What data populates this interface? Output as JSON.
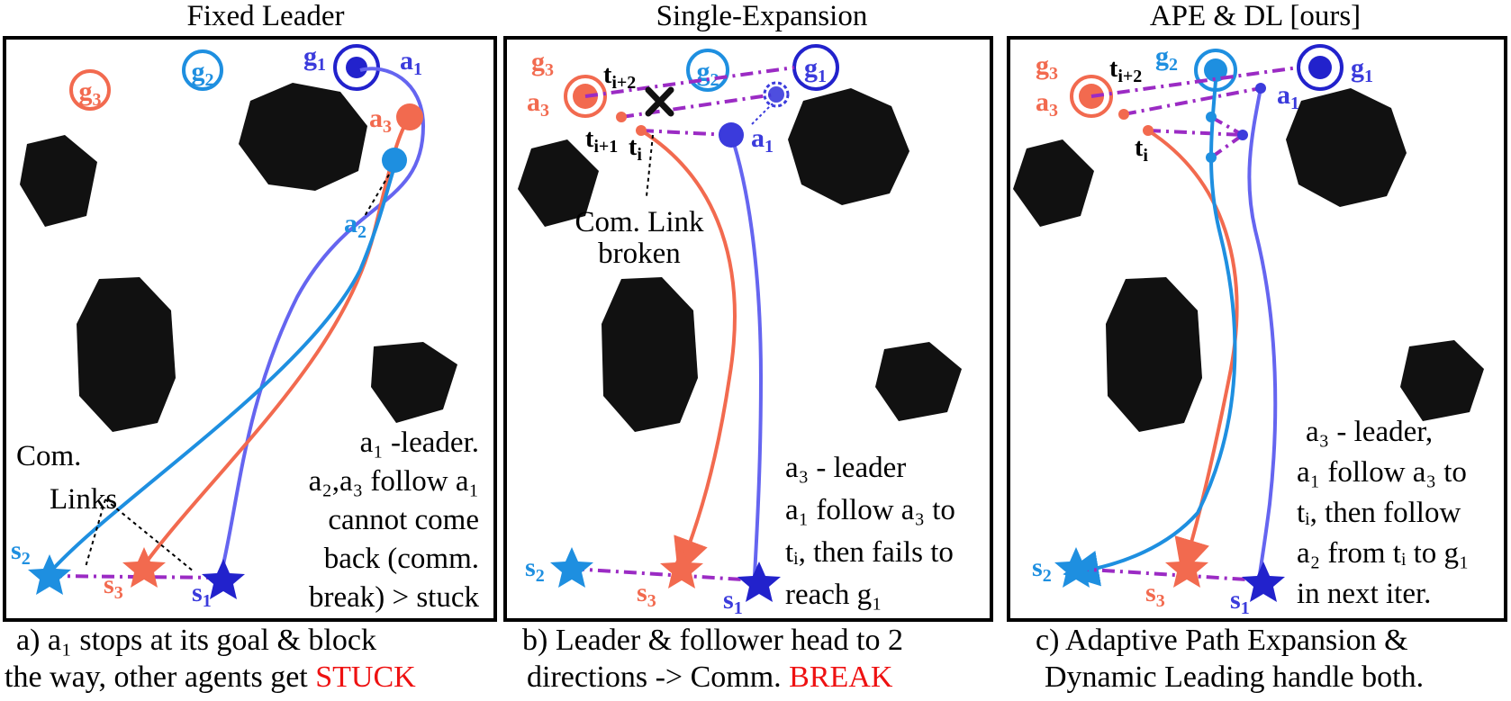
{
  "colors": {
    "a1": "#3b3bdc",
    "a2": "#1e8fe0",
    "a3": "#f26a4f",
    "link": "#9b2bc4",
    "obstacle": "#111111",
    "highlight": "#ee1111"
  },
  "panels": [
    {
      "title": "Fixed Leader",
      "note_lines": [
        "a₁ -leader.",
        "a₂,a₃ follow a₁",
        "cannot come",
        "back (comm.",
        "break) > stuck"
      ],
      "links_label": [
        "Com.",
        "Links"
      ],
      "caption_lines": [
        "a) a₁ stops at its goal & block",
        "the way, other agents get "
      ],
      "caption_highlight": "STUCK"
    },
    {
      "title": "Single-Expansion",
      "note_lines": [
        "a₃ - leader",
        "a₁ follow a₃ to",
        "tᵢ, then fails to",
        "reach g₁"
      ],
      "broken_label": [
        "Com. Link",
        "broken"
      ],
      "caption_lines": [
        "b) Leader & follower head  to 2",
        "directions -> Comm. "
      ],
      "caption_highlight": "BREAK"
    },
    {
      "title": "APE & DL [ours]",
      "note_lines": [
        "a₃ - leader,",
        "a₁ follow a₃ to",
        "tᵢ, then follow",
        "a₂ from tᵢ to g₁",
        "in next iter."
      ],
      "caption_lines": [
        "c) Adaptive Path Expansion &",
        "Dynamic Leading handle both."
      ]
    }
  ]
}
